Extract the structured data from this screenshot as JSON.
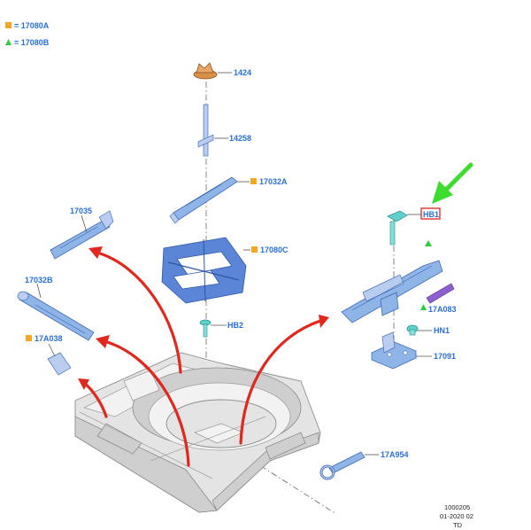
{
  "legend": [
    {
      "marker": "square",
      "color": "#f5a623",
      "text": "= 17080A"
    },
    {
      "marker": "triangle",
      "color": "#2ecc40",
      "text": "= 17080B"
    }
  ],
  "labels": {
    "p1424": "1424",
    "p14258": "14258",
    "p17032A": "17032A",
    "p17035": "17035",
    "p17080C": "17080C",
    "p17032B": "17032B",
    "p17A038": "17A038",
    "pHB2": "HB2",
    "pHB1": "HB1",
    "p17A083": "17A083",
    "pHN1": "HN1",
    "p17091": "17091",
    "p17A954": "17A954"
  },
  "footer": {
    "line1": "1000205",
    "line2": "01-2020 02",
    "line3": "TD"
  },
  "colors": {
    "label": "#2a6fd6",
    "highlight_box": "#e02424",
    "pointer_arrow": "#3ddc2f",
    "red_arrow": "#e0281e",
    "orange_marker": "#f5a623",
    "green_marker": "#2ecc40"
  }
}
